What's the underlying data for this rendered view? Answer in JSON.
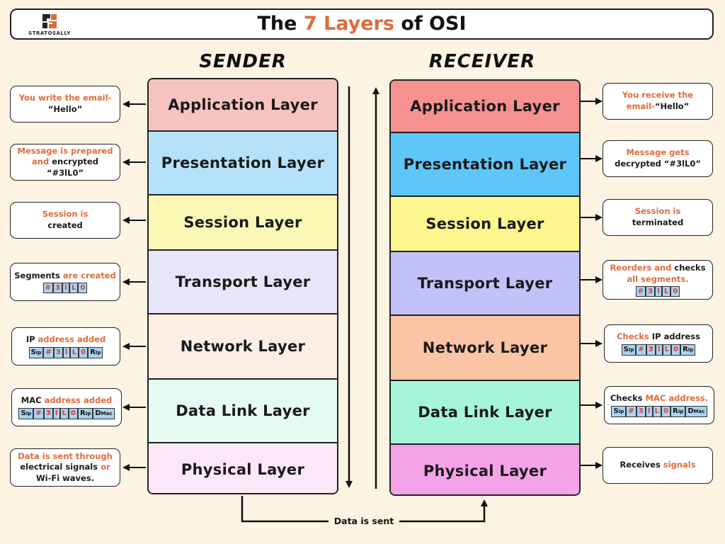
{
  "header": {
    "title_prefix": "The ",
    "title_accent": "7 Layers",
    "title_suffix": " of OSI",
    "logo_text": "STRATOSALLY",
    "logo_icon": "stratosally-logo-icon"
  },
  "sender": {
    "heading": "SENDER",
    "layers": [
      {
        "name": "Application Layer",
        "color": "#f7c3c1"
      },
      {
        "name": "Presentation Layer",
        "color": "#b5e2f8"
      },
      {
        "name": "Session Layer",
        "color": "#fbf7b5"
      },
      {
        "name": "Transport Layer",
        "color": "#e7e6f8"
      },
      {
        "name": "Network Layer",
        "color": "#fdeee4"
      },
      {
        "name": "Data Link Layer",
        "color": "#e4faf2"
      },
      {
        "name": "Physical Layer",
        "color": "#fbe7f8"
      }
    ],
    "notes": [
      {
        "parts": [
          {
            "t": "You write the email-",
            "c": "o"
          }
        ],
        "line2": [
          {
            "t": "“Hello”",
            "c": "k"
          }
        ]
      },
      {
        "parts": [
          {
            "t": "Message is prepared",
            "c": "o"
          }
        ],
        "line2": [
          {
            "t": "and ",
            "c": "o"
          },
          {
            "t": "encrypted “#3lL0”",
            "c": "k"
          }
        ]
      },
      {
        "parts": [
          {
            "t": "Session is",
            "c": "o"
          }
        ],
        "line2": [
          {
            "t": "created",
            "c": "k"
          }
        ]
      },
      {
        "parts": [
          {
            "t": "Segments ",
            "c": "k"
          },
          {
            "t": "are created",
            "c": "o"
          }
        ]
      },
      {
        "parts": [
          {
            "t": "IP ",
            "c": "k"
          },
          {
            "t": "address added",
            "c": "o"
          }
        ]
      },
      {
        "parts": [
          {
            "t": "MAC ",
            "c": "k"
          },
          {
            "t": "address added",
            "c": "o"
          }
        ]
      },
      {
        "parts": [
          {
            "t": "Data is sent through",
            "c": "o"
          }
        ],
        "line2": [
          {
            "t": "electrical signals ",
            "c": "k"
          },
          {
            "t": "or",
            "c": "o"
          }
        ],
        "line3": [
          {
            "t": "Wi-Fi waves.",
            "c": "k"
          }
        ]
      }
    ]
  },
  "receiver": {
    "heading": "RECEIVER",
    "layers": [
      {
        "name": "Application Layer",
        "color": "#f69190"
      },
      {
        "name": "Presentation Layer",
        "color": "#5fc7f8"
      },
      {
        "name": "Session Layer",
        "color": "#fdf58e"
      },
      {
        "name": "Transport Layer",
        "color": "#c3c2f8"
      },
      {
        "name": "Network Layer",
        "color": "#fbc5a5"
      },
      {
        "name": "Data Link Layer",
        "color": "#a6f5d8"
      },
      {
        "name": "Physical Layer",
        "color": "#f5a3e9"
      }
    ],
    "notes": [
      {
        "parts": [
          {
            "t": "You receive  the",
            "c": "o"
          }
        ],
        "line2": [
          {
            "t": "email-",
            "c": "o"
          },
          {
            "t": "“Hello”",
            "c": "k"
          }
        ]
      },
      {
        "parts": [
          {
            "t": "Message gets",
            "c": "o"
          }
        ],
        "line2": [
          {
            "t": "decrypted “#3lL0”",
            "c": "k"
          }
        ]
      },
      {
        "parts": [
          {
            "t": "Session is",
            "c": "o"
          }
        ],
        "line2": [
          {
            "t": "terminated",
            "c": "k"
          }
        ]
      },
      {
        "parts": [
          {
            "t": "Reorders ",
            "c": "o"
          },
          {
            "t": "and ",
            "c": "o"
          },
          {
            "t": "checks",
            "c": "k"
          }
        ],
        "line2": [
          {
            "t": "all segments.",
            "c": "o"
          }
        ]
      },
      {
        "parts": [
          {
            "t": "Checks ",
            "c": "o"
          },
          {
            "t": "IP address",
            "c": "k"
          }
        ]
      },
      {
        "parts": [
          {
            "t": "Checks ",
            "c": "k"
          },
          {
            "t": "MAC address.",
            "c": "o"
          }
        ]
      },
      {
        "parts": [
          {
            "t": "Receives ",
            "c": "k"
          },
          {
            "t": "signals",
            "c": "o"
          }
        ]
      }
    ]
  },
  "packets": {
    "segment": [
      "#",
      "3",
      "l",
      "L",
      "0"
    ],
    "sip": "S",
    "sip_sub": "Ip",
    "rip": "R",
    "rip_sub": "Ip",
    "dmac": "D",
    "dmac_sub": "Mac"
  },
  "footer": {
    "sent_label": "Data is sent"
  },
  "colors": {
    "accent": "#e06b3a",
    "background": "#fcf3e3",
    "packet_cell": "#a9d3f2",
    "packet_text": "#d8402f"
  }
}
